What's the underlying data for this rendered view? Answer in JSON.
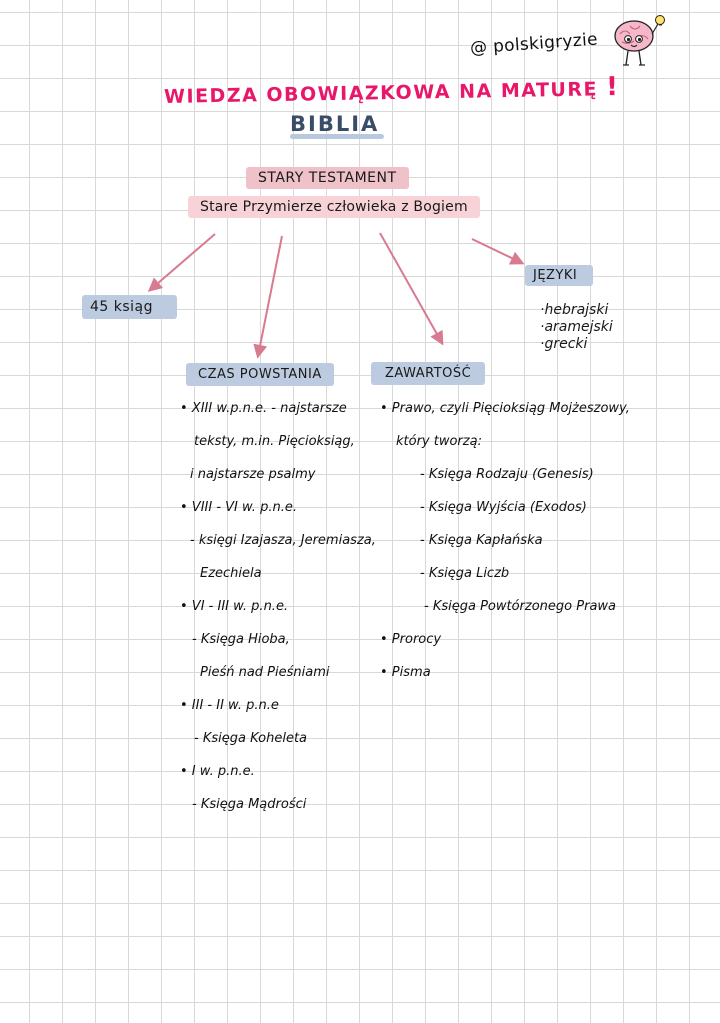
{
  "header": {
    "handle": "@ polskigryzie",
    "title": "WIEDZA OBOWIĄZKOWA NA MATURĘ",
    "title_mark": "!",
    "subtitle": "BIBLIA"
  },
  "center": {
    "heading": "STARY TESTAMENT",
    "definition": "Stare Przymierze człowieka z Bogiem"
  },
  "left_box": {
    "label": "45 ksiąg"
  },
  "languages": {
    "heading": "JĘZYKI",
    "items": [
      "hebrajski",
      "aramejski",
      "grecki"
    ]
  },
  "czas": {
    "heading": "CZAS POWSTANIA",
    "lines": [
      "• XIII w.p.n.e. - najstarsze",
      "teksty, m.in. Pięcioksiąg,",
      "i najstarsze psalmy",
      "• VIII - VI w. p.n.e.",
      "- księgi Izajasza, Jeremiasza,",
      "Ezechiela",
      "• VI - III w. p.n.e.",
      "- Księga Hioba,",
      "Pieśń nad Pieśniami",
      "• III - II w. p.n.e",
      "- Księga Koheleta",
      "• I w. p.n.e.",
      "- Księga Mądrości"
    ]
  },
  "zawartosc": {
    "heading": "ZAWARTOŚĆ",
    "lines": [
      "• Prawo, czyli Pięcioksiąg Mojżeszowy,",
      "który tworzą:",
      "- Księga Rodzaju (Genesis)",
      "- Księga Wyjścia (Exodos)",
      "- Księga Kapłańska",
      "- Księga Liczb",
      "- Księga Powtórzonego Prawa",
      "• Prorocy",
      "• Pisma"
    ]
  },
  "colors": {
    "title_pink": "#e8176a",
    "subtitle_navy": "#3a4d66",
    "box_pink": "#efc1c8",
    "box_blue": "#bccbe0",
    "arrow": "#d87a90",
    "grid": "#d9d9d9"
  }
}
